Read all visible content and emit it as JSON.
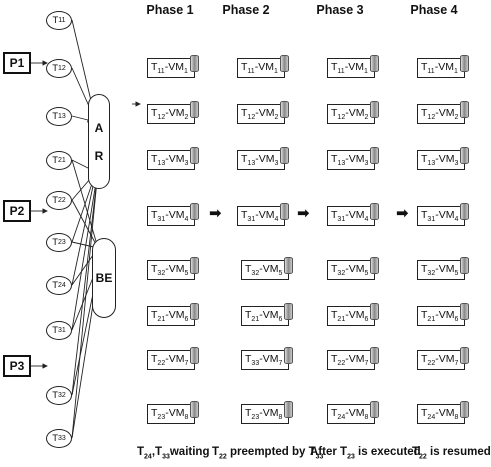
{
  "phases": [
    "Phase 1",
    "Phase 2",
    "Phase 3",
    "Phase 4"
  ],
  "processes": [
    "P1",
    "P2",
    "P3"
  ],
  "tasks": [
    "T11",
    "T12",
    "T13",
    "T21",
    "T22",
    "T23",
    "T24",
    "T31",
    "T32",
    "T33"
  ],
  "queues": {
    "ar": "A R",
    "be": "BE"
  },
  "vm_columns": [
    [
      "T11-VM1",
      "T12-VM2",
      "T13-VM3",
      "T31-VM4",
      "T32-VM5",
      "T21-VM6",
      "T22-VM7",
      "T23-VM8"
    ],
    [
      "T11-VM1",
      "T12-VM2",
      "T13-VM3",
      "T31-VM4",
      "T32-VM5",
      "T21-VM6",
      "T33-VM7",
      "T23-VM8"
    ],
    [
      "T11-VM1",
      "T12-VM2",
      "T13-VM3",
      "T31-VM4",
      "T32-VM5",
      "T21-VM6",
      "T22-VM7",
      "T24-VM8"
    ],
    [
      "T11-VM1",
      "T12-VM2",
      "T13-VM3",
      "T31-VM4",
      "T32-VM5",
      "T21-VM6",
      "T22-VM7",
      "T24-VM8"
    ]
  ],
  "captions": [
    "T24,T33waiting",
    "T22 preempted by T33",
    "After T23 is executed",
    "T22 is resumed"
  ],
  "colors": {
    "line": "#222222",
    "cylinder": "#888888"
  }
}
